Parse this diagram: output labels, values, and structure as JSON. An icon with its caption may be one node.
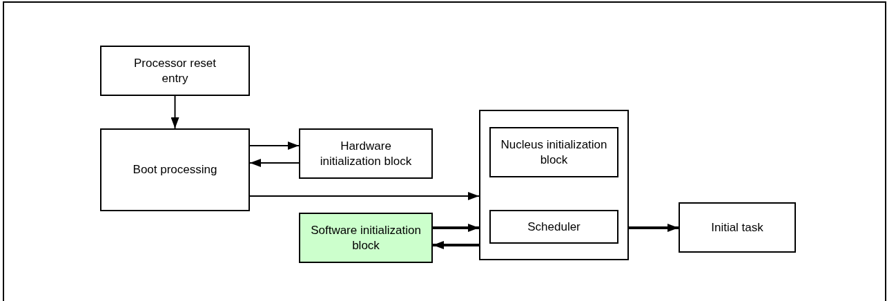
{
  "diagram": {
    "nodes": [
      {
        "text": [
          "Processor reset entry"
        ]
      },
      {
        "text": [
          "Boot processing"
        ]
      },
      {
        "text": [
          "Hardware initialization block"
        ]
      },
      {
        "text": [],
        "shape": "box"
      },
      {
        "text": [
          "Nucleus initialization block"
        ],
        "in": 3
      },
      {
        "text": [
          "Scheduler"
        ],
        "in": 3
      },
      {
        "text": [
          "Software initialization block"
        ]
      },
      {
        "text": [
          "Initial task"
        ]
      }
    ],
    "edges": [
      {
        "from": 0,
        "to": 1,
        "arrow": "to"
      },
      {
        "from": 1,
        "to": 2,
        "arrow": "to"
      },
      {
        "from": 2,
        "to": 1,
        "arrow": "to"
      },
      {
        "from": 1,
        "to": 3,
        "arrow": "to"
      },
      {
        "from": 6,
        "to": 3,
        "arrow": "to",
        "style": "thick"
      },
      {
        "from": 3,
        "to": 6,
        "arrow": "to",
        "style": "thick"
      },
      {
        "from": 3,
        "to": 7,
        "arrow": "to",
        "style": "thick"
      }
    ]
  }
}
